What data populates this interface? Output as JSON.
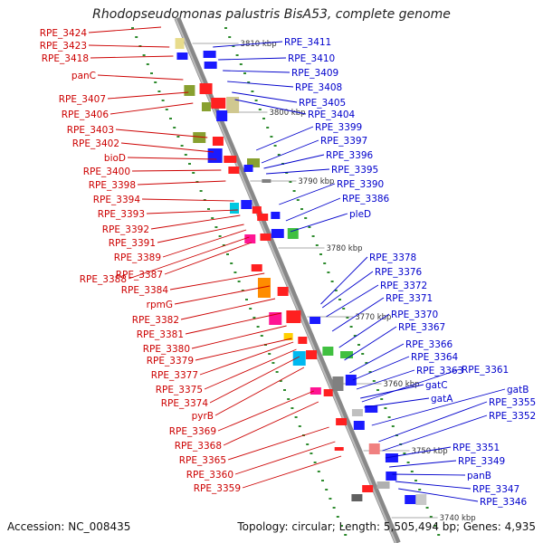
{
  "title": "Rhodopseudomonas palustris BisA53, complete genome",
  "footer": {
    "accession": "Accession: NC_008435",
    "stats": "Topology: circular; Length: 5,505,494 bp; Genes: 4,935"
  },
  "colors": {
    "left_label": "#cc0000",
    "right_label": "#0000cc",
    "backbone": "#888888",
    "tick": "#2e8b2e"
  },
  "kbp_markers": [
    "3810 kbp",
    "3800 kbp",
    "3790 kbp",
    "3780 kbp",
    "3770 kbp",
    "3760 kbp",
    "3750 kbp",
    "3740 kbp"
  ],
  "left_labels": [
    "RPE_3424",
    "RPE_3423",
    "RPE_3418",
    "panC",
    "RPE_3407",
    "RPE_3406",
    "RPE_3403",
    "RPE_3402",
    "bioD",
    "RPE_3400",
    "RPE_3398",
    "RPE_3394",
    "RPE_3393",
    "RPE_3392",
    "RPE_3391",
    "RPE_3389",
    "RPE_3388",
    "RPE_3387",
    "RPE_3384",
    "rpmG",
    "RPE_3382",
    "RPE_3381",
    "RPE_3380",
    "RPE_3379",
    "RPE_3377",
    "RPE_3375",
    "RPE_3374",
    "pyrB",
    "RPE_3369",
    "RPE_3368",
    "RPE_3365",
    "RPE_3360",
    "RPE_3359"
  ],
  "right_labels": [
    "RPE_3411",
    "RPE_3410",
    "RPE_3409",
    "RPE_3408",
    "RPE_3405",
    "RPE_3404",
    "RPE_3399",
    "RPE_3397",
    "RPE_3396",
    "RPE_3395",
    "RPE_3390",
    "RPE_3386",
    "pleD",
    "RPE_3378",
    "RPE_3376",
    "RPE_3372",
    "RPE_3371",
    "RPE_3370",
    "RPE_3367",
    "RPE_3366",
    "RPE_3364",
    "RPE_3363",
    "RPE_3361",
    "gatC",
    "gatA",
    "gatB",
    "RPE_3355",
    "RPE_3352",
    "RPE_3351",
    "RPE_3349",
    "panB",
    "RPE_3347",
    "RPE_3346"
  ]
}
